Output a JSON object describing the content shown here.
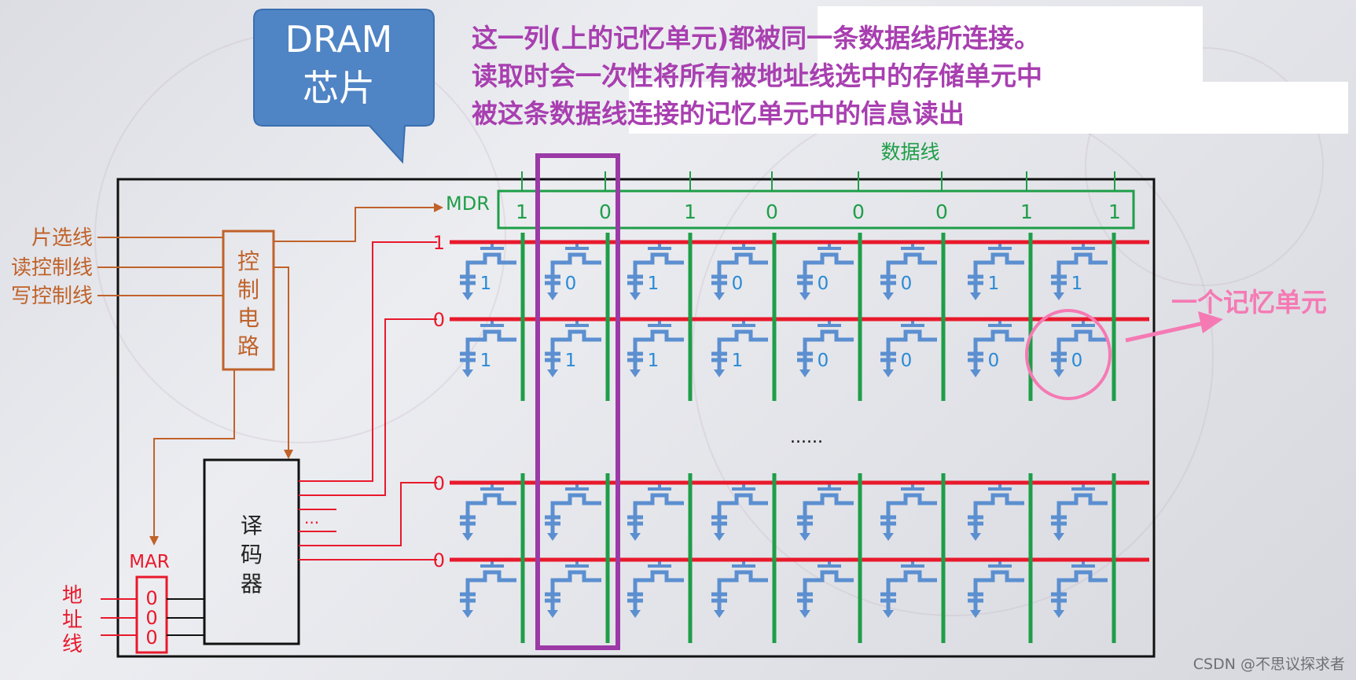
{
  "callout": {
    "line1": "DRAM",
    "line2": "芯片"
  },
  "description": {
    "line1": "这一列(上的记忆单元)都被同一条数据线所连接。",
    "line2": "读取时会一次性将所有被地址线选中的存储单元中",
    "line3": "被这条数据线连接的记忆单元中的信息读出"
  },
  "data_line_label": "数据线",
  "mdr": {
    "label": "MDR",
    "bits": [
      "1",
      "0",
      "1",
      "0",
      "0",
      "0",
      "1",
      "1"
    ]
  },
  "control": {
    "inputs": [
      "片选线",
      "读控制线",
      "写控制线"
    ],
    "block_label": [
      "控",
      "制",
      "电",
      "路"
    ]
  },
  "decoder": {
    "label": [
      "译",
      "码",
      "器"
    ],
    "ellipsis": "..."
  },
  "mar": {
    "label": "MAR",
    "bits": [
      "0",
      "0",
      "0"
    ],
    "address_label": [
      "地",
      "址",
      "线"
    ]
  },
  "word_lines": [
    "1",
    "0",
    "0",
    "0"
  ],
  "cell_rows": [
    [
      "1",
      "0",
      "1",
      "0",
      "0",
      "0",
      "1",
      "1"
    ],
    [
      "1",
      "1",
      "1",
      "1",
      "0",
      "0",
      "0",
      "0"
    ]
  ],
  "middle_ellipsis": "......",
  "cell_annotation": "一个记忆单元",
  "watermark": "CSDN @不思议探求者",
  "colors": {
    "word_line": "#e8192c",
    "bit_line": "#1e9e48",
    "cell": "#5b8fd0",
    "highlight_column": "#9b3aa6",
    "control": "#c0622a",
    "description": "#a83fb0",
    "annotation": "#f57ab4"
  }
}
